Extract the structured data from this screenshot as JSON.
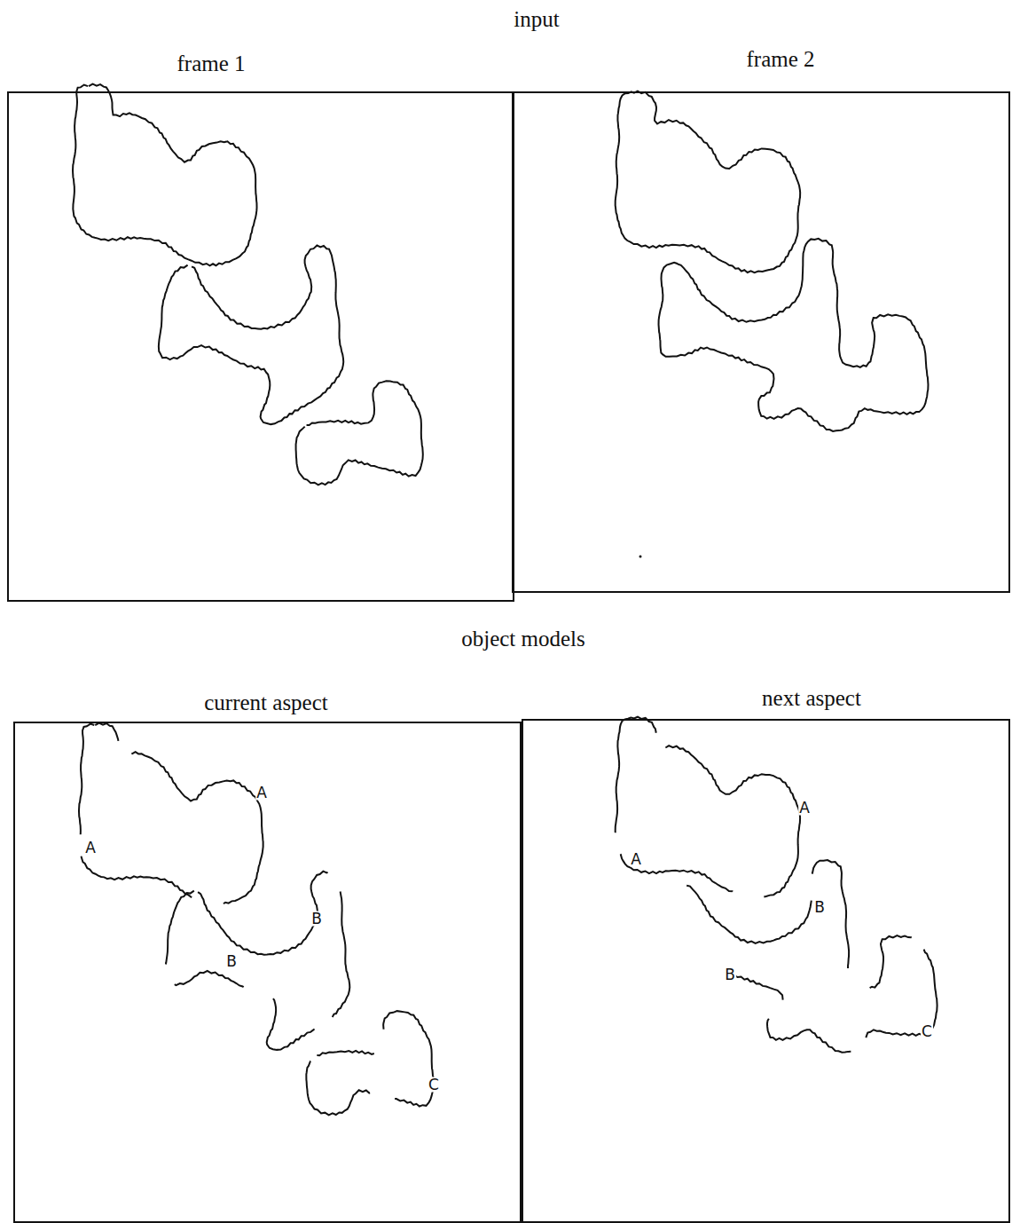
{
  "diagram": {
    "nodes": [
      {
        "text": [
          "frame 1"
        ]
      },
      {
        "text": [
          "frame 2"
        ]
      },
      {
        "text": [
          "current aspect"
        ]
      },
      {
        "text": [
          "next aspect"
        ]
      }
    ],
    "labels": [
      "input",
      "object models",
      "A",
      "A",
      "B",
      "B",
      "C",
      "A",
      "A",
      "B",
      "B",
      "C"
    ]
  }
}
